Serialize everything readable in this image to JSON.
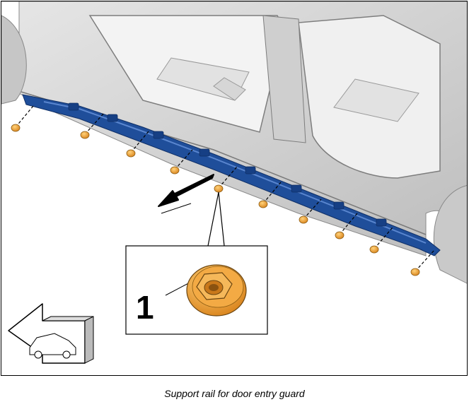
{
  "figure": {
    "callout_number": "1",
    "caption": "Support rail for door entry guard",
    "part_color": "#1f4e9a",
    "nut_color": "#f2a23a",
    "body_gray": "#d9d9d9",
    "nut_count": 10,
    "icons": [
      "vehicle-orientation-arrow-icon",
      "removal-direction-arrow-icon",
      "flange-nut-icon"
    ]
  }
}
